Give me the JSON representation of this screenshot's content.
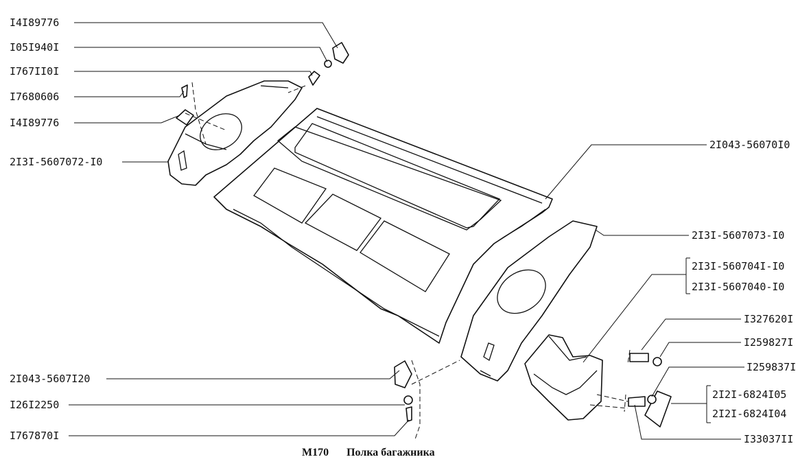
{
  "caption": {
    "code": "M170",
    "title": "Полка багажника"
  },
  "labels": {
    "l01": "I4I89776",
    "l02": "I05I940I",
    "l03": "I767II0I",
    "l04": "I7680606",
    "l05": "I4I89776",
    "l06": "2I3I-5607072-I0",
    "l07": "2I043-5607I20",
    "l08": "I26I2250",
    "l09": "I767870I",
    "r01": "2I043-56070I0",
    "r02": "2I3I-5607073-I0",
    "r03": "2I3I-560704I-I0",
    "r04": "2I3I-5607040-I0",
    "r05": "I327620I",
    "r06": "I259827I",
    "r07": "I259837I",
    "r08": "2I2I-6824I05",
    "r09": "2I2I-6824I04",
    "r10": "I33037II"
  }
}
